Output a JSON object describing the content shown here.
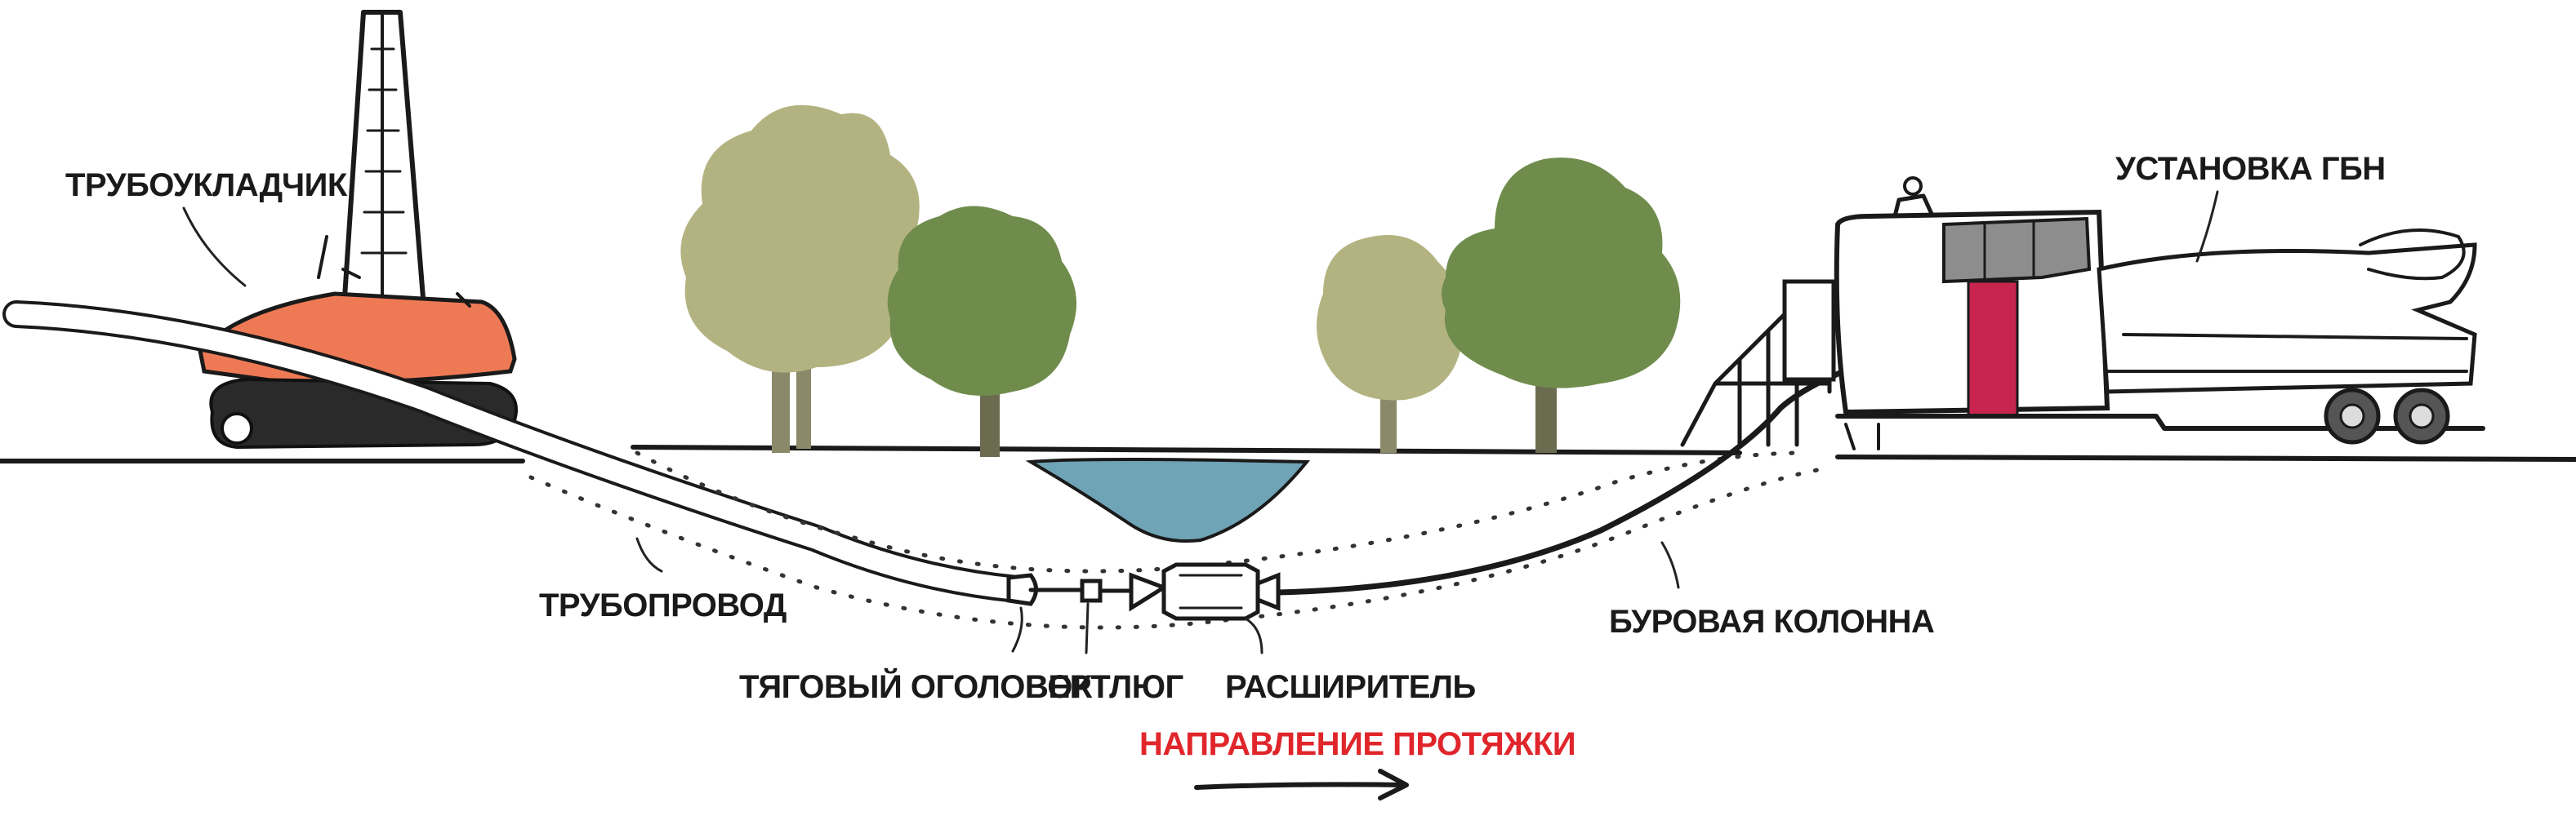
{
  "labels": {
    "pipelayer": "ТРУБОУКЛАДЧИК",
    "hdd_rig": "УСТАНОВКА ГБН",
    "pipeline": "ТРУБОПРОВОД",
    "pulling_head": "ТЯГОВЫЙ ОГОЛОВОК",
    "swivel": "ВЕРТЛЮГ",
    "reamer": "РАСШИРИТЕЛЬ",
    "drill_string": "БУРОВАЯ КОЛОННА",
    "pull_direction": "НАПРАВЛЕНИЕ ПРОТЯЖКИ"
  },
  "colors": {
    "ink": "#1a1a1a",
    "pipelayer": "#ee7a55",
    "water": "#6fa3b6",
    "tree_light": "#b3b381",
    "tree_dark": "#6f8c4c",
    "trunk": "#8a8a6a",
    "mast_red": "#c8254e",
    "rig_gray": "#8d8d8d",
    "direction_red": "#e0262b"
  }
}
